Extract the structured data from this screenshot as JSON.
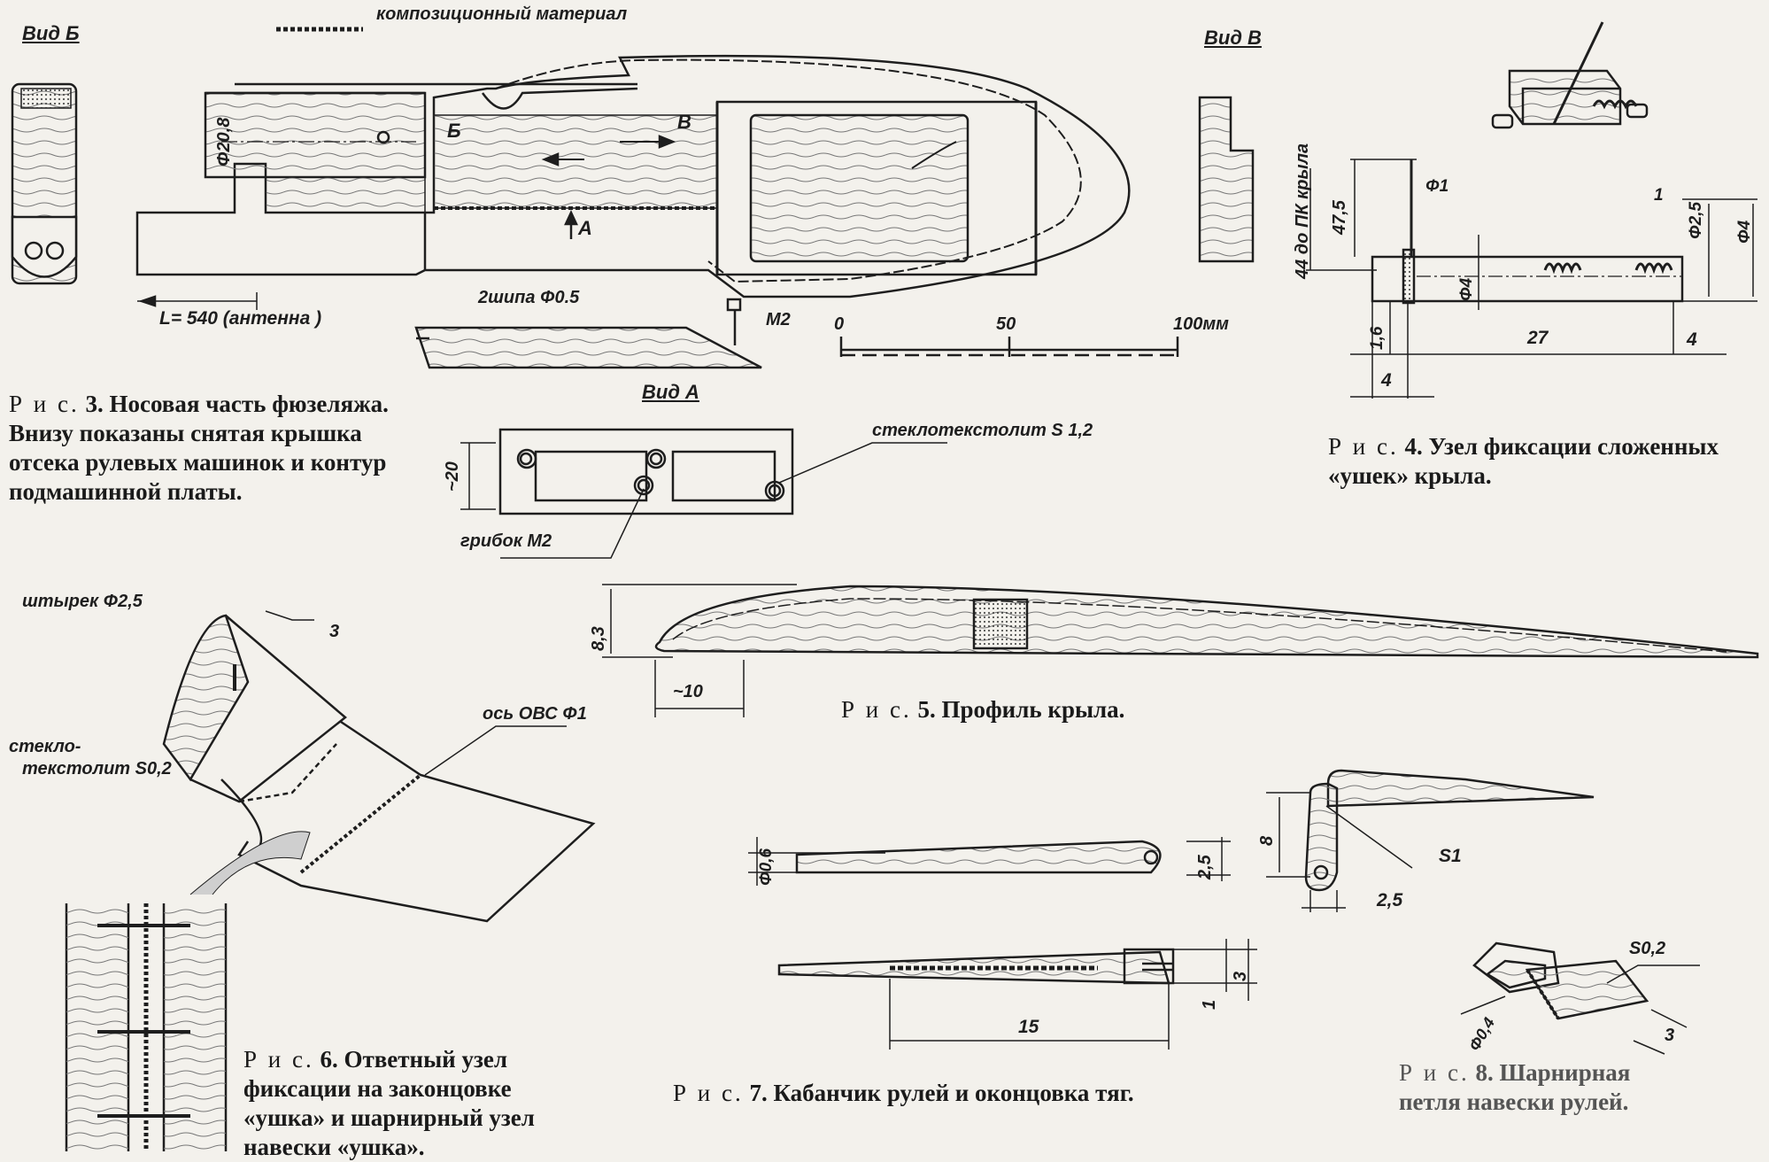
{
  "fig3": {
    "legend_text": "композиционный материал",
    "view_b": "Вид Б",
    "view_v": "Вид В",
    "view_a": "Вид А",
    "dia": "Φ20,8",
    "arrow_b": "Б",
    "arrow_v": "В",
    "arrow_a": "А",
    "antenna": "L= 540  (антенна )",
    "spikes": "2шипа Φ0.5",
    "m2": "М2",
    "scale": [
      "0",
      "50",
      "100мм"
    ],
    "fiberglass": "стеклотекстолит S 1,2",
    "mushroom": "грибок М2",
    "dim20": "~20",
    "caption_prefix": "Р и с.",
    "caption_text": "3. Носовая часть фюзе­ляжа. Внизу показаны снятая крышка отсека рулевых ма­шинок и контур подмашинной платы."
  },
  "fig4": {
    "pk": "44 до ПК крыла",
    "d475": "47,5",
    "phi1": "Φ1",
    "one": "1",
    "phi25": "Φ2,5",
    "phi4a": "Φ4",
    "phi4b": "Φ4",
    "d16": "1,6",
    "d27": "27",
    "d4a": "4",
    "d4b": "4",
    "caption_prefix": "Р и с.",
    "caption_text": "4. Узел фиксации сложен­ных «ушек» крыла."
  },
  "fig5": {
    "h": "8,3",
    "w": "~10",
    "caption_prefix": "Р и с.",
    "caption_text": "5. Профиль крыла."
  },
  "fig6": {
    "pin": "штырек Φ2,5",
    "three": "3",
    "glass1": "стекло-",
    "glass2": "текстолит S0,2",
    "axis": "ось ОВС Φ1",
    "caption_prefix": "Р и с.",
    "caption_text": "6. Ответный узел фиксации на законцовке «ушка» и шарнирный узел навески «ушка»."
  },
  "fig7": {
    "phi06": "Φ0,6",
    "d25a": "2,5",
    "d8": "8",
    "s1": "S1",
    "d25b": "2,5",
    "d3": "3",
    "d1": "1",
    "d15": "15",
    "caption_prefix": "Р и с.",
    "caption_text": "7. Кабанчик рулей и оконцовка тяг."
  },
  "fig8": {
    "s02": "S0,2",
    "phi04": "Φ0,4",
    "d3": "3",
    "caption_prefix": "Р и с.",
    "caption_text": "8. Шарнир­ная петля навески рулей."
  }
}
